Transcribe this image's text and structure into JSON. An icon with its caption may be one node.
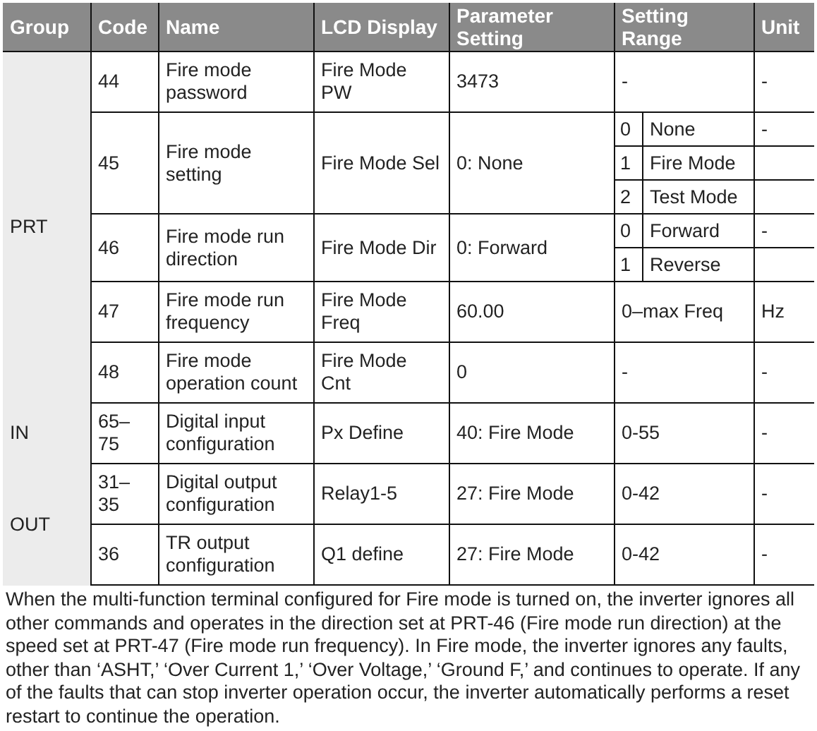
{
  "diagram": {
    "labels": [
      "Group",
      "Code",
      "Name",
      "LCD Display",
      "Parameter Setting",
      "Setting Range",
      "Unit",
      "PRT",
      "44",
      "Fire mode password",
      "Fire Mode PW",
      "3473",
      "-",
      "-",
      "45",
      "Fire mode setting",
      "Fire Mode Sel",
      "0: None",
      "0",
      "None",
      "-",
      "1",
      "Fire Mode",
      "2",
      "Test Mode",
      "46",
      "Fire mode run direction",
      "Fire Mode Dir",
      "0: Forward",
      "0",
      "Forward",
      "-",
      "1",
      "Reverse",
      "47",
      "Fire mode run frequency",
      "Fire Mode Freq",
      "60.00",
      "0–max Freq",
      "Hz",
      "48",
      "Fire mode operation count",
      "Fire Mode Cnt",
      "0",
      "-",
      "-",
      "IN",
      "65– 75",
      "Digital input configuration",
      "Px Define",
      "40: Fire Mode",
      "0-55",
      "-",
      "OUT",
      "31– 35",
      "Digital output configuration",
      "Relay1-5",
      "27: Fire Mode",
      "0-42",
      "-",
      "36",
      "TR output configuration",
      "Q1 define",
      "27: Fire Mode",
      "0-42",
      "-",
      "When the multi-function terminal configured for Fire mode is turned on, the inverter ignores all other commands and operates in the direction set at PRT-46 (Fire mode run direction) at the speed set at PRT-47 (Fire mode run frequency). In Fire mode, the inverter ignores any faults, other than ‘ASHT,’ ‘Over Current 1,’ ‘Over Voltage,’ ‘Ground F,’ and continues to operate. If any of the faults that can stop inverter operation occur, the inverter automatically performs a reset restart to continue the operation."
    ]
  }
}
